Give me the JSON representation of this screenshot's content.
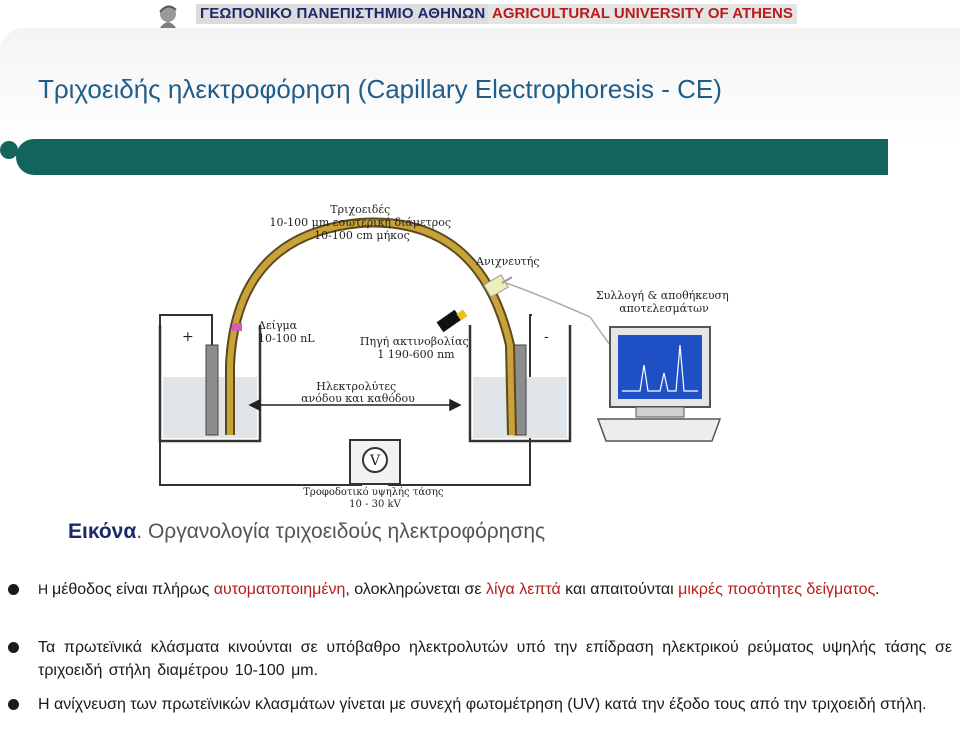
{
  "header": {
    "university_gr": "ΓΕΩΠΟΝΙΚΟ ΠΑΝΕΠΙΣΤΗΜΙΟ ΑΘΗΝΩΝ",
    "university_en": "AGRICULTURAL UNIVERSITY OF ATHENS"
  },
  "slide": {
    "title": "Τριχοειδής ηλεκτροφόρηση (Capillary Electrophoresis - CE)"
  },
  "diagram": {
    "capillary_label": [
      "Τριχοειδές",
      "10-100 μm εσωτερική διάμετρος",
      "10-100 cm μήκος"
    ],
    "detector_label": "Ανιχνευτής",
    "data_label": [
      "Συλλογή & αποθήκευση",
      "αποτελεσμάτων"
    ],
    "sample_label": [
      "Δείγμα",
      "10-100 nL"
    ],
    "source_label": [
      "Πηγή ακτινοβολίας",
      "1 190-600 nm"
    ],
    "electrolyte_label": [
      "Ηλεκτρολύτες",
      "ανόδου και καθόδου"
    ],
    "plus": "+",
    "minus": "-",
    "voltmeter": "V",
    "power_label": [
      "Τροφοδοτικό υψηλής τάσης",
      "10 - 30 kV"
    ]
  },
  "caption": {
    "prefix": "Εικόνα",
    "text": ". Οργανολογία τριχοειδούς ηλεκτροφόρησης"
  },
  "bullets": [
    {
      "parts": [
        {
          "text": "Η ",
          "hl": false
        },
        {
          "text": "μέθοδος είναι πλήρως ",
          "hl": false
        },
        {
          "text": "αυτοματοποιημένη",
          "hl": true
        },
        {
          "text": ", ολοκληρώνεται σε ",
          "hl": false
        },
        {
          "text": "λίγα λεπτά",
          "hl": true
        },
        {
          "text": " και απαιτούνται ",
          "hl": false
        },
        {
          "text": "μικρές ποσότητες δείγματος",
          "hl": true
        },
        {
          "text": ".",
          "hl": false
        }
      ]
    },
    {
      "parts": [
        {
          "text": "Τα πρωτεϊνικά κλάσματα κινούνται σε υπόβαθρο ηλεκτρολυτών υπό την επίδραση ηλεκτρικού ρεύματος υψηλής τάσης σε τριχοειδή στήλη διαμέτρου 10-100 μm.",
          "hl": false
        }
      ]
    },
    {
      "parts": [
        {
          "text": "Η ανίχνευση των πρωτεϊνικών κλασμάτων  γίνεται με συνεχή φωτομέτρηση (UV) κατά την έξοδο τους από την τριχοειδή στήλη.",
          "hl": false
        }
      ]
    }
  ],
  "colors": {
    "title": "#1f5e8a",
    "bar": "#13645c",
    "highlight": "#b81c1c",
    "capillary": "#c9a23a"
  }
}
